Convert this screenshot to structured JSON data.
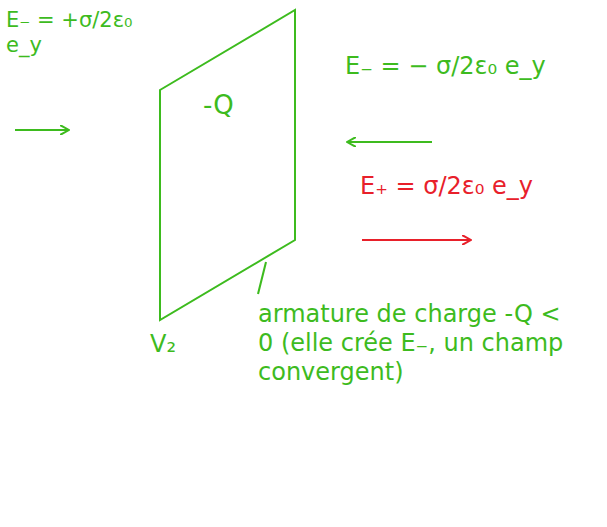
{
  "diagram": {
    "nodes": [
      {
        "text": [
          "-Q"
        ]
      }
    ],
    "labels": [
      "E₋ = +σ/2ε₀ e_y",
      "E₋ = − σ/2ε₀ e_y",
      "E₊ = σ/2ε₀ e_y",
      "V₂",
      "armature de charge -Q < 0 (elle crée E₋, un champ convergent)"
    ]
  }
}
